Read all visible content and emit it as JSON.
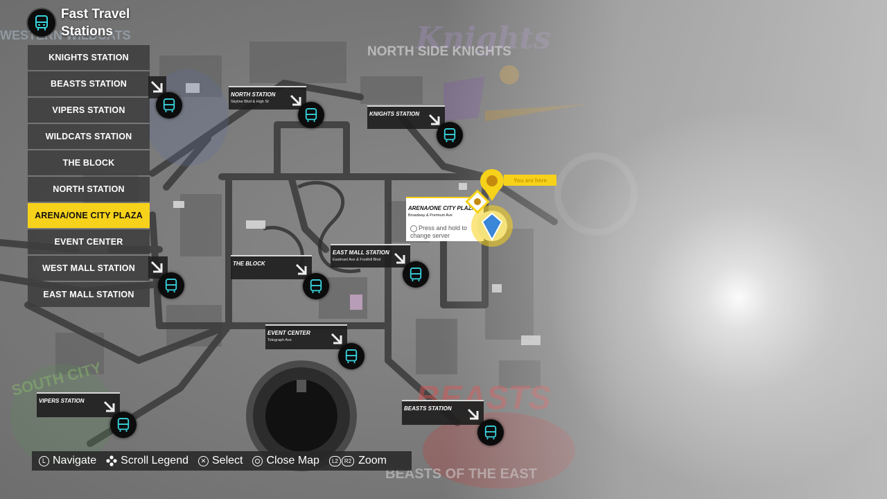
{
  "header": {
    "title": "Fast Travel Stations",
    "icon": "bus-icon"
  },
  "station_list": [
    {
      "label": "KNIGHTS STATION",
      "active": false
    },
    {
      "label": "BEASTS STATION",
      "active": false
    },
    {
      "label": "VIPERS STATION",
      "active": false
    },
    {
      "label": "WILDCATS STATION",
      "active": false
    },
    {
      "label": "THE BLOCK",
      "active": false
    },
    {
      "label": "NORTH STATION",
      "active": false
    },
    {
      "label": "ARENA/ONE CITY PLAZA",
      "active": true
    },
    {
      "label": "EVENT CENTER",
      "active": false
    },
    {
      "label": "WEST MALL STATION",
      "active": false
    },
    {
      "label": "EAST MALL STATION",
      "active": false
    }
  ],
  "map_labels": {
    "north": {
      "name": "NORTH STATION",
      "sub": "Skyline Blvd & High St"
    },
    "knights": {
      "name": "KNIGHTS STATION",
      "sub": ""
    },
    "eastmall": {
      "name": "EAST MALL STATION",
      "sub": "Eastmart Ave & Foothill Blvd"
    },
    "block": {
      "name": "THE BLOCK",
      "sub": ""
    },
    "event": {
      "name": "EVENT CENTER",
      "sub": "Telegraph Ave"
    },
    "vipers": {
      "name": "VIPERS STATION",
      "sub": ""
    },
    "beasts": {
      "name": "BEASTS STATION",
      "sub": ""
    }
  },
  "selected_tooltip": {
    "name": "ARENA/ONE CITY PLAZA",
    "sub": "Broadway & Premium Ave",
    "hint": "Press and hold to change server"
  },
  "you_are_here": "You are here",
  "team_marks": {
    "knights_script": "Knights",
    "north_side": "NORTH SIDE KNIGHTS",
    "western": "WESTERN WILDCATS",
    "south_city": "SOUTH CITY",
    "beasts": "BEASTS",
    "beasts_east": "BEASTS OF THE EAST"
  },
  "controls": [
    {
      "glyph": "L",
      "label": "Navigate"
    },
    {
      "glyph": "dpad",
      "label": "Scroll Legend"
    },
    {
      "glyph": "cross",
      "label": "Select"
    },
    {
      "glyph": "circle",
      "label": "Close Map"
    },
    {
      "glyph": "L2R2",
      "label": "Zoom",
      "l2": "L2",
      "r2": "R2"
    }
  ],
  "colors": {
    "accent": "#f7d21a",
    "station_icon": "#38d6e0",
    "panel": "#3e3e3e"
  }
}
